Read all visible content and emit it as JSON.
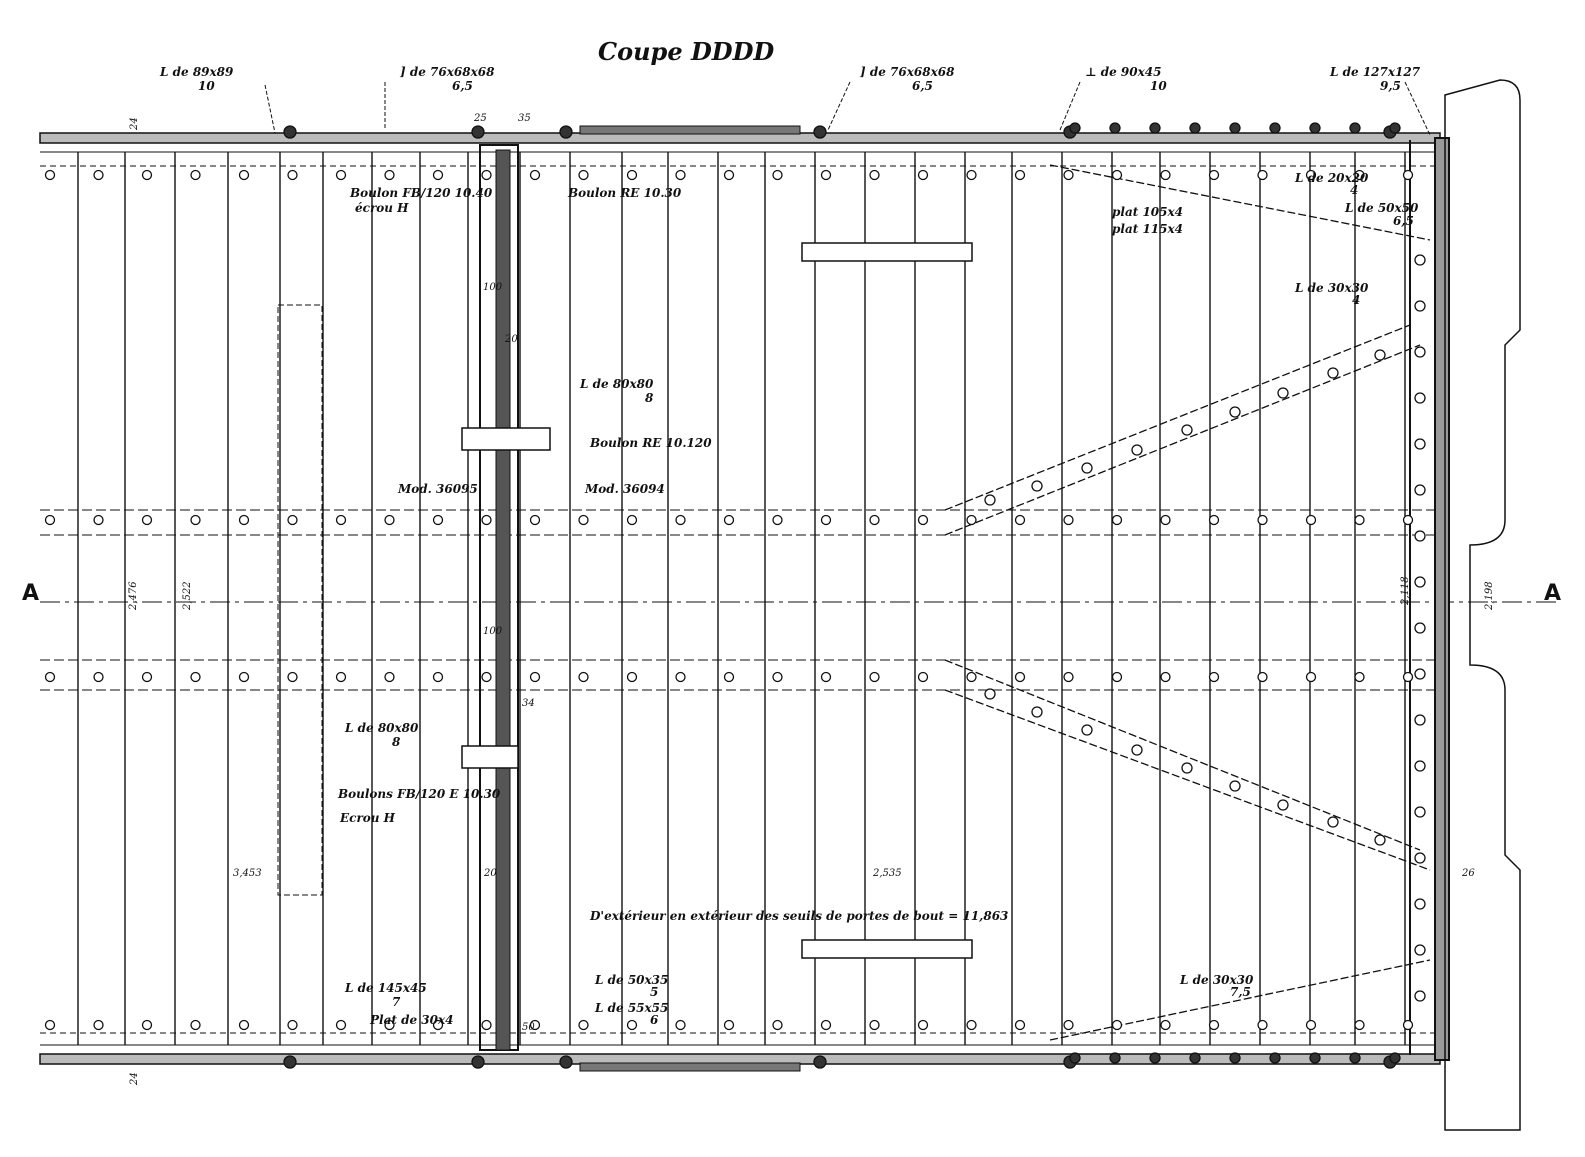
{
  "title": "Coupe DDDD",
  "section_marker": "A",
  "labels": {
    "angle_89": [
      "L de 89x89",
      "10"
    ],
    "chan_76_left": [
      "] de 76x68x68",
      "6,5"
    ],
    "chan_76_right": [
      "] de 76x68x68",
      "6,5"
    ],
    "tee_90": [
      "⊥ de 90x45",
      "10"
    ],
    "angle_127": [
      "L de 127x127",
      "9,5"
    ],
    "boulon_fb_top": [
      "Boulon FB/120 10.40",
      "écrou H"
    ],
    "boulon_re_1030": "Boulon RE 10.30",
    "angle_80_top": [
      "L de 80x80",
      "8"
    ],
    "boulon_re_10120": "Boulon RE 10.120",
    "mod_36095": "Mod. 36095",
    "mod_36094": "Mod. 36094",
    "angle_20": [
      "L de 20x20",
      "4"
    ],
    "angle_50": [
      "L de 50x50",
      "6,5"
    ],
    "plat_105": "plat 105x4",
    "plat_115": "plat 115x4",
    "angle_30_top": [
      "L de 30x30",
      "4"
    ],
    "angle_80_bottom": [
      "L de 80x80",
      "8"
    ],
    "boulons_fb_bottom": [
      "Boulons FB/120 E 10.30",
      "Ecrou H"
    ],
    "overall_length": "D'extérieur en extérieur des seuils de portes de bout = 11,863",
    "angle_145": [
      "L de 145x45",
      "7"
    ],
    "plat_30": "Plat de 30x4",
    "angle_50x35": [
      "L de 50x35",
      "5"
    ],
    "angle_55": [
      "L de 55x55",
      "6"
    ],
    "angle_30_bottom": [
      "L de 30x30",
      "7,5"
    ]
  },
  "dimensions": {
    "d_2476": "2,476",
    "d_2522": "2,522",
    "d_2118": "2,118",
    "d_2198": "2,198",
    "d_3453": "3,453",
    "d_2535": "2,535",
    "d_100a": "100",
    "d_100b": "100",
    "d_20a": "20",
    "d_20b": "20",
    "d_24a": "24",
    "d_24b": "24",
    "d_34": "34",
    "d_50": "50",
    "d_25": "25",
    "d_35": "35",
    "d_26": "26"
  }
}
